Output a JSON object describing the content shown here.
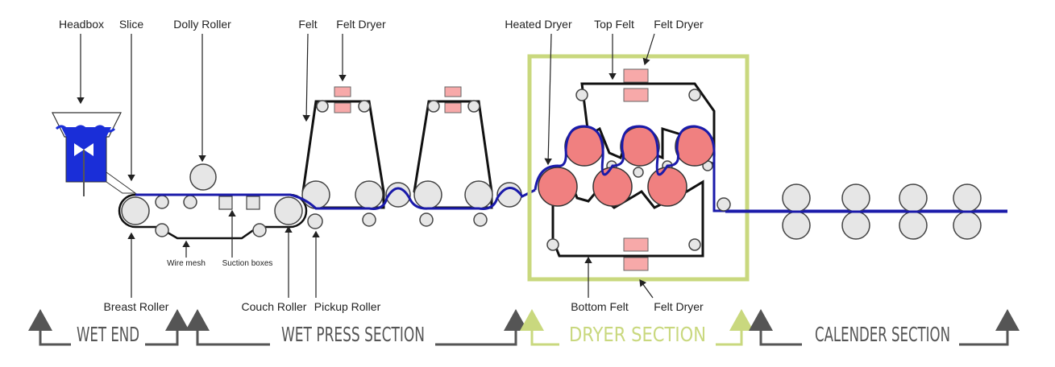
{
  "labels": {
    "headbox": "Headbox",
    "slice": "Slice",
    "dolly_roller": "Dolly Roller",
    "felt": "Felt",
    "felt_dryer_1": "Felt Dryer",
    "heated_dryer": "Heated Dryer",
    "top_felt": "Top Felt",
    "felt_dryer_2": "Felt Dryer",
    "wire_mesh": "Wire mesh",
    "suction_boxes": "Suction boxes",
    "breast_roller": "Breast Roller",
    "couch_roller": "Couch Roller",
    "pickup_roller": "Pickup Roller",
    "bottom_felt": "Bottom Felt",
    "felt_dryer_3": "Felt Dryer"
  },
  "sections": {
    "wet_end": "WET END",
    "wet_press": "WET PRESS SECTION",
    "dryer": "DRYER SECTION",
    "calender": "CALENDER SECTION"
  },
  "colors": {
    "sheet": "#1a1aaa",
    "water": "#1a2ed8",
    "heated_dryer": "#f08080",
    "felt_dryer_pad": "#f7a9a9",
    "highlight": "#c9d87e",
    "roller": "#e6e6e6"
  },
  "highlighted_section": "DRYER SECTION"
}
